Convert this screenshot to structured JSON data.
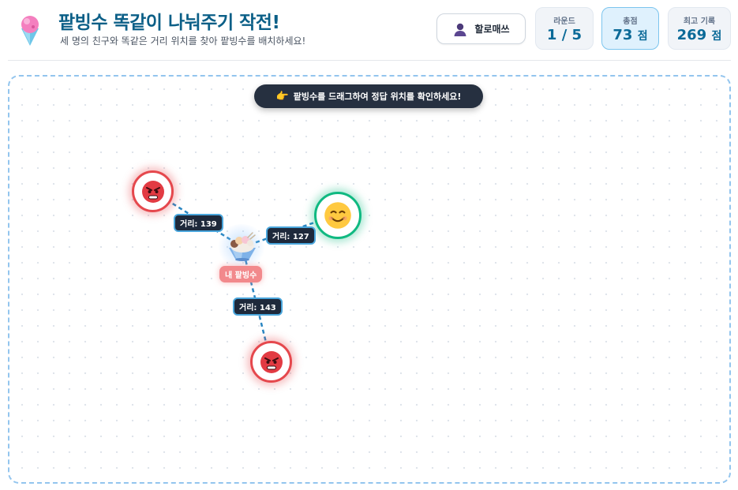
{
  "header": {
    "title": "팥빙수 똑같이 나눠주기 작전!",
    "subtitle": "세 명의 친구와 똑같은 거리 위치를 찾아 팥빙수를 배치하세요!",
    "user_label": "할로매쓰"
  },
  "stats": {
    "round": {
      "label": "라운드",
      "value": "1 / 5"
    },
    "score": {
      "label": "총점",
      "value": "73",
      "unit": "점"
    },
    "best": {
      "label": "최고 기록",
      "value": "269",
      "unit": "점"
    }
  },
  "board": {
    "hint_icon": "👉",
    "hint": "팥빙수를 드래그하여 정답 위치를 확인하세요!",
    "my_bingsu_label": "내 팥빙수",
    "friends": [
      {
        "mood": "angry",
        "icon": "angry-face-icon",
        "distance_label": "거리: 139"
      },
      {
        "mood": "happy",
        "icon": "smiling-face-icon",
        "distance_label": "거리: 127"
      },
      {
        "mood": "angry",
        "icon": "angry-face-icon",
        "distance_label": "거리: 143"
      }
    ]
  },
  "colors": {
    "title": "#0b5f87",
    "accent": "#4aa6dc",
    "angry": "#e5484d",
    "happy": "#10b981",
    "label_pink": "#f2898c"
  }
}
